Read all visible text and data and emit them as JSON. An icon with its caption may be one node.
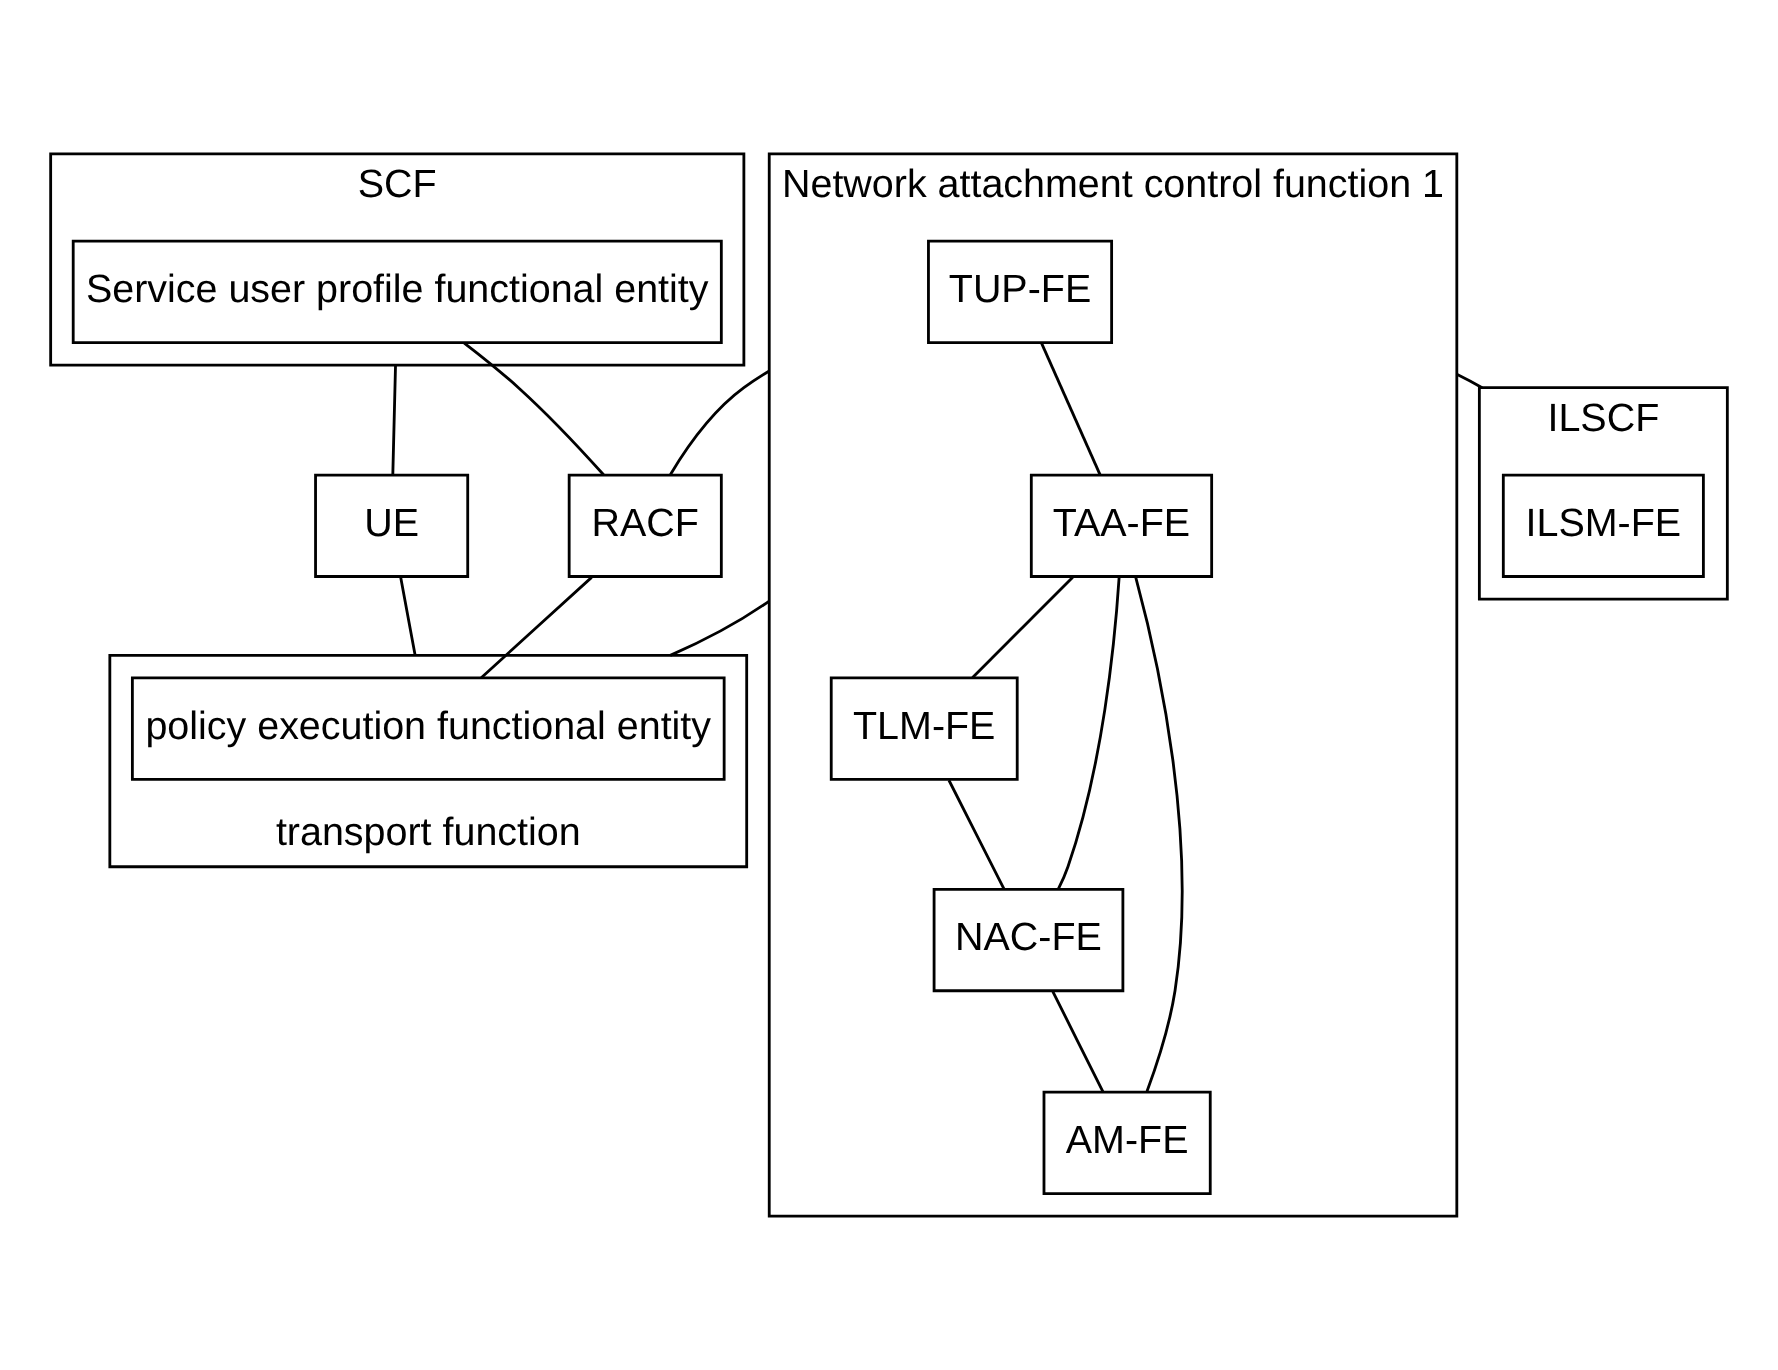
{
  "diagram": {
    "nodes": [
      {
        "text": [
          "SCF"
        ]
      },
      {
        "text": [
          "Service user profile functional entity"
        ],
        "in": 0
      },
      {
        "text": [
          "Network attachment control function 1"
        ]
      },
      {
        "text": [
          "TUP-FE"
        ],
        "in": 2
      },
      {
        "text": [
          "TLM-FE"
        ],
        "in": 2
      },
      {
        "text": [
          "TAA-FE"
        ],
        "in": 2
      },
      {
        "text": [
          "NAC-FE"
        ],
        "in": 2
      },
      {
        "text": [
          "AM-FE"
        ],
        "in": 2
      },
      {
        "text": [
          "ILSCF"
        ]
      },
      {
        "text": [
          "ILSM-FE"
        ],
        "in": 8
      },
      {
        "text": [
          "RACF"
        ]
      },
      {
        "text": [
          "UE"
        ]
      },
      {
        "text": [
          "transport function"
        ]
      },
      {
        "text": [
          "policy execution functional entity"
        ],
        "in": 12
      }
    ],
    "edges": [
      {
        "from": 0,
        "to": 11,
        "arrow": "none"
      },
      {
        "from": 1,
        "to": 10,
        "arrow": "none"
      },
      {
        "from": 3,
        "to": 5,
        "arrow": "none"
      },
      {
        "from": 5,
        "to": 4,
        "arrow": "none"
      },
      {
        "from": 4,
        "to": 6,
        "arrow": "none"
      },
      {
        "from": 5,
        "to": 6,
        "arrow": "none"
      },
      {
        "from": 5,
        "to": 7,
        "arrow": "none"
      },
      {
        "from": 6,
        "to": 7,
        "arrow": "none"
      },
      {
        "from": 2,
        "to": 8,
        "arrow": "none"
      },
      {
        "from": 2,
        "to": 10,
        "arrow": "none"
      },
      {
        "from": 2,
        "to": 12,
        "arrow": "none"
      },
      {
        "from": 11,
        "to": 12,
        "arrow": "none"
      },
      {
        "from": 10,
        "to": 13,
        "arrow": "none"
      }
    ]
  }
}
